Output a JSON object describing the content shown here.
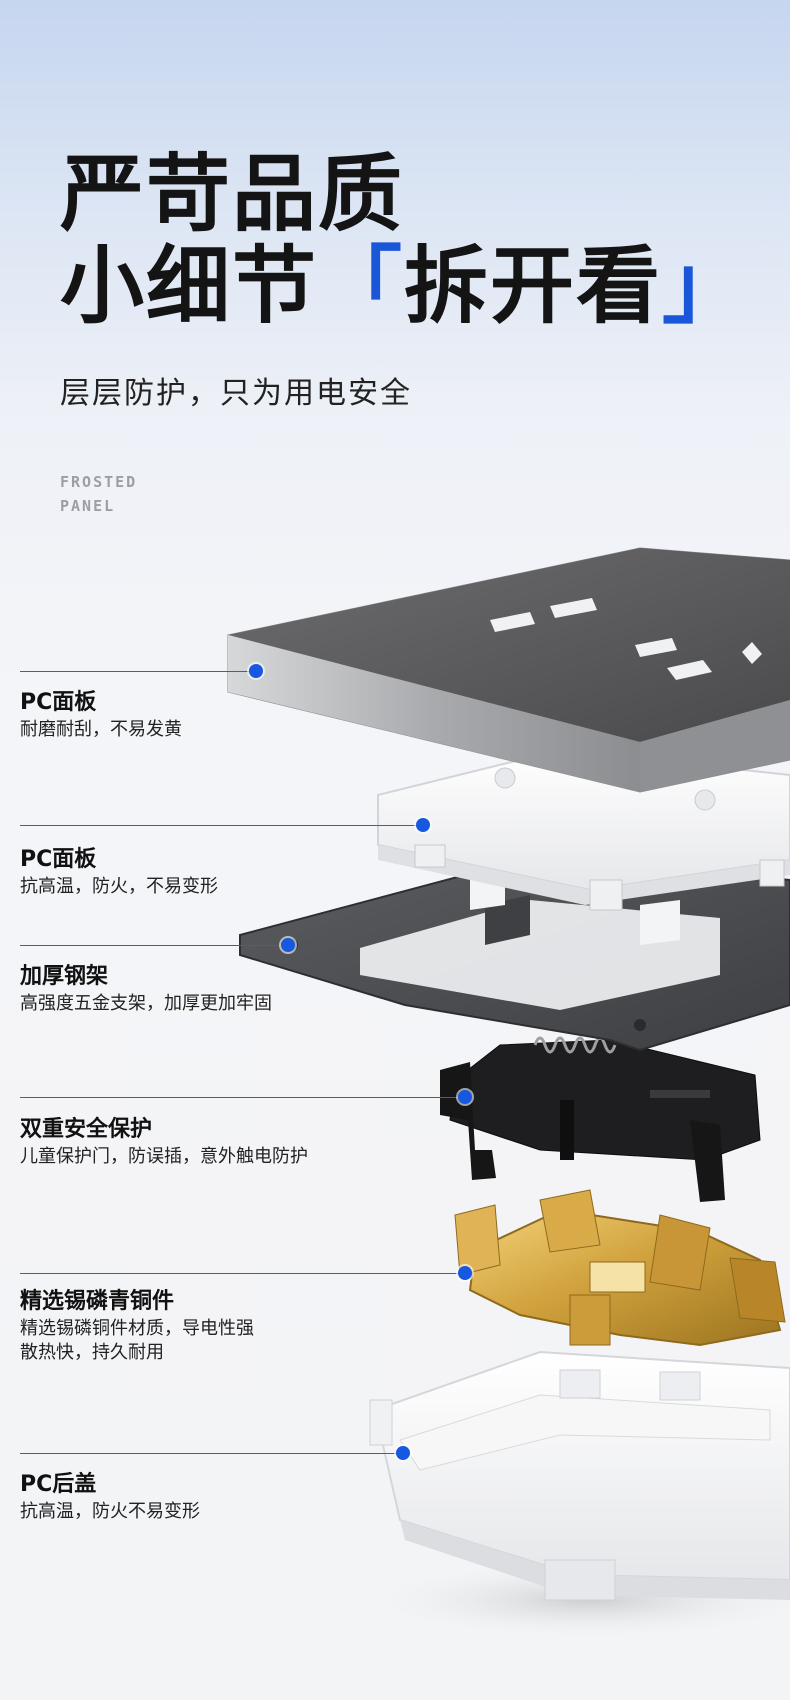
{
  "headline": {
    "line1": "严苛品质",
    "line2_prefix": "小细节",
    "line2_open": "「",
    "line2_emph": "拆开看",
    "line2_close": "」"
  },
  "subline": "层层防护，只为用电安全",
  "english_tag": [
    "FROSTED",
    "PANEL"
  ],
  "colors": {
    "accent": "#1a56d8",
    "title_text": "#141414"
  },
  "callouts": [
    {
      "title": "PC面板",
      "desc": [
        "耐磨耐刮，不易发黄"
      ]
    },
    {
      "title": "PC面板",
      "desc": [
        "抗高温，防火，不易变形"
      ]
    },
    {
      "title": "加厚钢架",
      "desc": [
        "高强度五金支架，加厚更加牢固"
      ]
    },
    {
      "title": "双重安全保护",
      "desc": [
        "儿童保护门，防误插，意外触电防护"
      ]
    },
    {
      "title": "精选锡磷青铜件",
      "desc": [
        "精选锡磷铜件材质，导电性强",
        "散热快，持久耐用"
      ]
    },
    {
      "title": "PC后盖",
      "desc": [
        "抗高温，防火不易变形"
      ]
    }
  ]
}
